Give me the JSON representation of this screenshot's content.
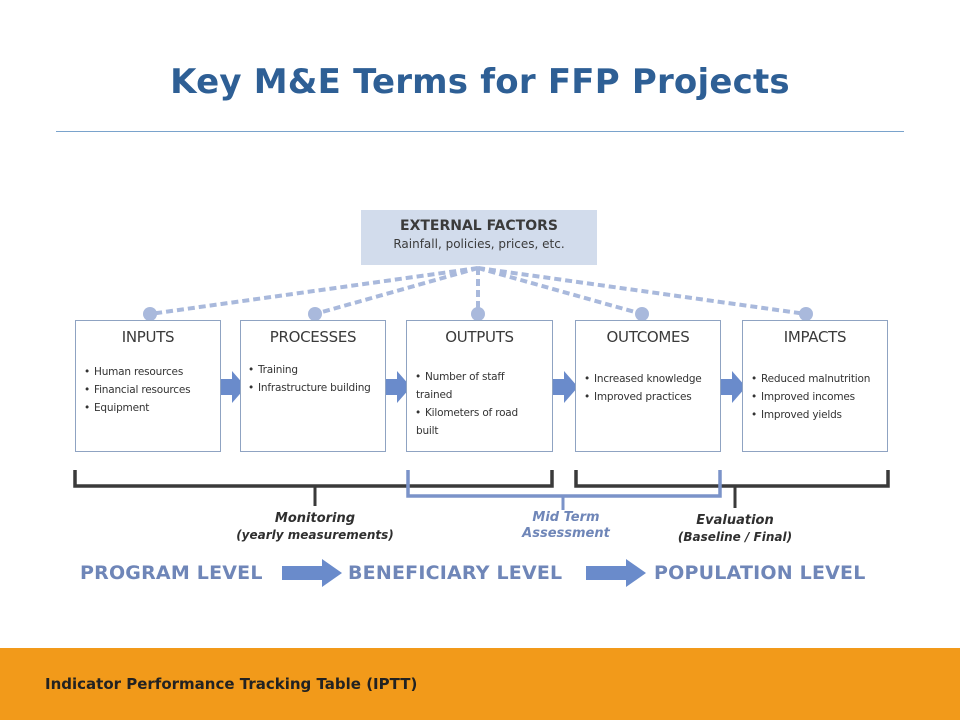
{
  "slide": {
    "title": "Key M&E Terms for FFP Projects",
    "footer": "Indicator Performance Tracking Table (IPTT)"
  },
  "external_factors": {
    "title": "EXTERNAL FACTORS",
    "subtitle": "Rainfall, policies, prices, etc."
  },
  "stages": [
    {
      "title": "INPUTS",
      "items": [
        "Human resources",
        "Financial resources",
        "Equipment"
      ]
    },
    {
      "title": "PROCESSES",
      "items": [
        "Training",
        "Infrastructure building"
      ]
    },
    {
      "title": "OUTPUTS",
      "items": [
        "Number of staff",
        "trained",
        "Kilometers of road",
        "built"
      ]
    },
    {
      "title": "OUTCOMES",
      "items": [
        "Increased knowledge",
        "Improved practices"
      ]
    },
    {
      "title": "IMPACTS",
      "items": [
        "Reduced malnutrition",
        "Improved incomes",
        "Improved yields"
      ]
    }
  ],
  "brackets": {
    "monitoring": {
      "label": "Monitoring",
      "sub": "(yearly measurements)"
    },
    "mid_term": {
      "label": "Mid Term",
      "sub": "Assessment"
    },
    "evaluation": {
      "label": "Evaluation",
      "sub": "(Baseline / Final)"
    }
  },
  "levels": [
    "PROGRAM LEVEL",
    "BENEFICIARY LEVEL",
    "POPULATION LEVEL"
  ],
  "colors": {
    "title": "#2e5f95",
    "accent_blue": "#7b93c9",
    "external_box": "#d2dcec",
    "footer": "#f29a1a",
    "bracket_dark": "#3a3a3a"
  }
}
